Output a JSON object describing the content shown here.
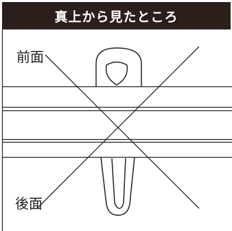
{
  "header": {
    "title": "真上から見たところ",
    "background_color": "#2a1f1b",
    "text_color": "#ffffff"
  },
  "labels": {
    "front": "前面",
    "back": "後面"
  }
}
